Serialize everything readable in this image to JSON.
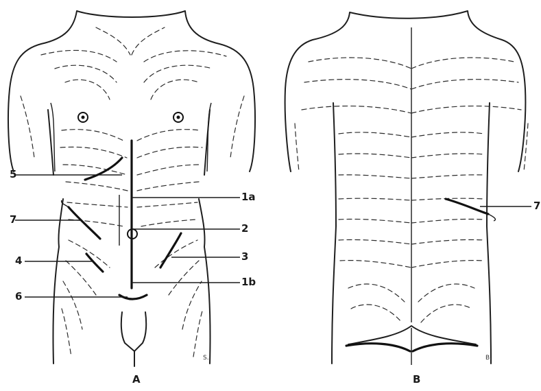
{
  "figure": {
    "panels": [
      {
        "id": "A",
        "caption": "A",
        "signature": "S."
      },
      {
        "id": "B",
        "caption": "B",
        "signature": "B."
      }
    ],
    "labels": {
      "five": "5",
      "seven_front": "7",
      "four": "4",
      "six": "6",
      "one_a": "1a",
      "two": "2",
      "three": "3",
      "one_b": "1b",
      "seven_back": "7"
    }
  }
}
